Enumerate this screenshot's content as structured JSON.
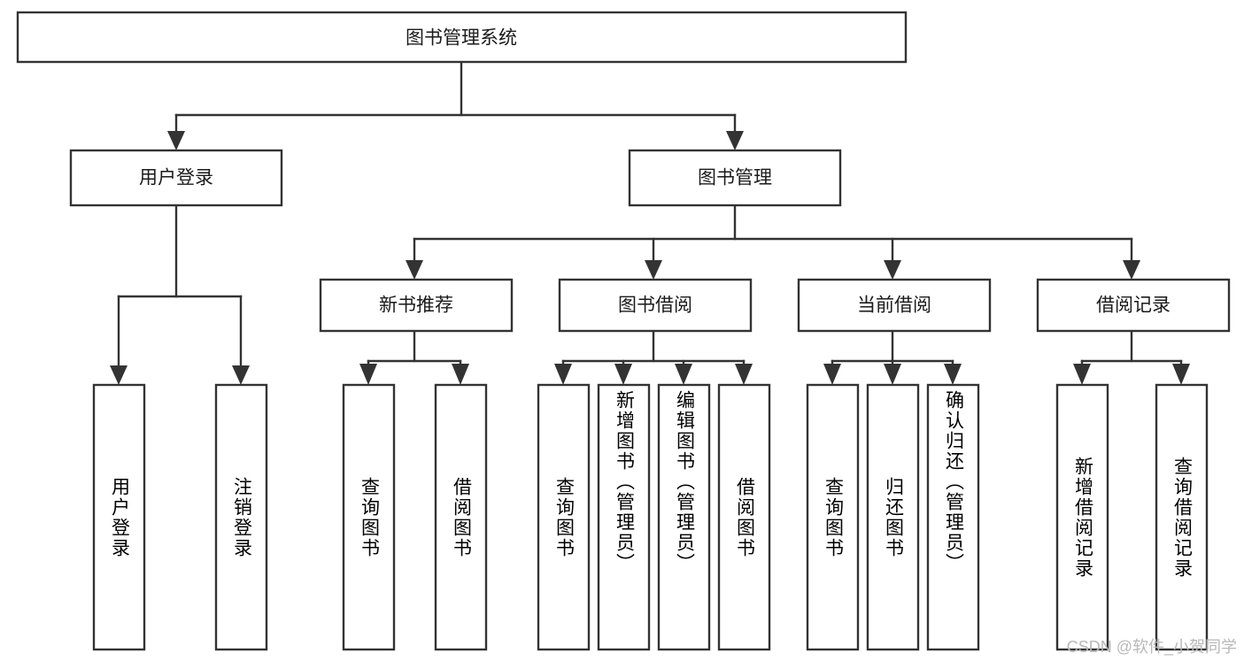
{
  "diagram": {
    "type": "tree-hierarchy",
    "title": "图书管理系统",
    "watermark": "CSDN @软件_小贺同学",
    "colors": {
      "box_stroke": "#333333",
      "box_fill": "#ffffff",
      "text": "#1a1a1a",
      "background": "#ffffff",
      "watermark": "#b8b8b8"
    },
    "levels": {
      "level0": [
        {
          "id": "root",
          "label": "图书管理系统"
        }
      ],
      "level1": [
        {
          "id": "n-user-login",
          "label": "用户登录",
          "parent": "root"
        },
        {
          "id": "n-book-mgmt",
          "label": "图书管理",
          "parent": "root"
        }
      ],
      "level2": [
        {
          "id": "n-new-book-rec",
          "label": "新书推荐",
          "parent": "n-book-mgmt"
        },
        {
          "id": "n-book-borrow",
          "label": "图书借阅",
          "parent": "n-book-mgmt"
        },
        {
          "id": "n-current-borrow",
          "label": "当前借阅",
          "parent": "n-book-mgmt"
        },
        {
          "id": "n-borrow-record",
          "label": "借阅记录",
          "parent": "n-book-mgmt"
        }
      ],
      "level3": [
        {
          "id": "l-user-login",
          "label": "用户登录",
          "parent": "n-user-login"
        },
        {
          "id": "l-user-logout",
          "label": "注销登录",
          "parent": "n-user-login"
        },
        {
          "id": "l-rec-query-book",
          "label": "查询图书",
          "parent": "n-new-book-rec"
        },
        {
          "id": "l-rec-borrow-book",
          "label": "借阅图书",
          "parent": "n-new-book-rec"
        },
        {
          "id": "l-bb-query-book",
          "label": "查询图书",
          "parent": "n-book-borrow"
        },
        {
          "id": "l-bb-add-book",
          "label": "新增图书（管理员）",
          "parent": "n-book-borrow"
        },
        {
          "id": "l-bb-edit-book",
          "label": "编辑图书（管理员）",
          "parent": "n-book-borrow"
        },
        {
          "id": "l-bb-borrow-book",
          "label": "借阅图书",
          "parent": "n-book-borrow"
        },
        {
          "id": "l-cb-query-book",
          "label": "查询图书",
          "parent": "n-current-borrow"
        },
        {
          "id": "l-cb-return-book",
          "label": "归还图书",
          "parent": "n-current-borrow"
        },
        {
          "id": "l-cb-confirm-return",
          "label": "确认归还（管理员）",
          "parent": "n-current-borrow"
        },
        {
          "id": "l-br-add-record",
          "label": "新增借阅记录",
          "parent": "n-borrow-record"
        },
        {
          "id": "l-br-query-record",
          "label": "查询借阅记录",
          "parent": "n-borrow-record"
        }
      ]
    }
  }
}
